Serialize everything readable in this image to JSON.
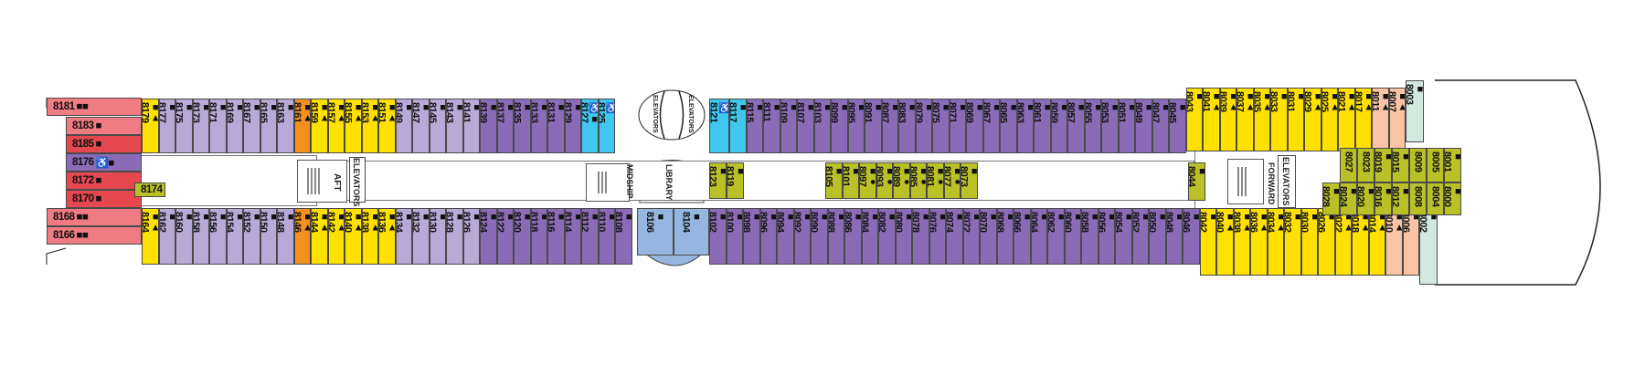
{
  "deck": {
    "colors": {
      "red_light": "#f07b83",
      "red_dark": "#e5484f",
      "purple_light": "#b9a9d6",
      "purple_dark": "#8a6bb8",
      "yellow": "#ffe100",
      "orange": "#f3901f",
      "cyan": "#3fc7f0",
      "olive": "#b9c126",
      "blue_light": "#94b6e0",
      "peach": "#f9c3a5",
      "mint": "#d3e8df"
    },
    "labels": {
      "aft": "AFT",
      "aft_elevators": "ELEVATORS",
      "midship": "MIDSHIP",
      "library": "LIBRARY",
      "mid_elevators_1": "ELEVATORS",
      "mid_elevators_2": "ELEVATORS",
      "forward": "FORWARD",
      "forward_elevators": "ELEVATORS"
    },
    "stern_cabins": [
      {
        "num": "8181",
        "sym": "■■",
        "color": "red_light"
      },
      {
        "num": "8183",
        "sym": "■",
        "color": "red_light"
      },
      {
        "num": "8185",
        "sym": "■",
        "color": "red_dark"
      },
      {
        "num": "8176",
        "sym": "♿■",
        "color": "purple_dark"
      },
      {
        "num": "8172",
        "sym": "■",
        "color": "red_dark"
      },
      {
        "num": "8170",
        "sym": "■",
        "color": "red_dark"
      },
      {
        "num": "8168",
        "sym": "■■",
        "color": "red_light"
      },
      {
        "num": "8166",
        "sym": "■■",
        "color": "red_light"
      }
    ],
    "inner_8174": {
      "num": "8174",
      "sym": "■",
      "color": "olive"
    },
    "top_row": [
      {
        "num": "8179",
        "sym": "■▲",
        "color": "yellow"
      },
      {
        "num": "8177",
        "sym": "■",
        "color": "purple_light"
      },
      {
        "num": "8175",
        "sym": "■",
        "color": "purple_light"
      },
      {
        "num": "8173",
        "sym": "■",
        "color": "purple_light"
      },
      {
        "num": "8171",
        "sym": "■",
        "color": "purple_light"
      },
      {
        "num": "8169",
        "sym": "■",
        "color": "purple_light"
      },
      {
        "num": "8167",
        "sym": "■",
        "color": "purple_light"
      },
      {
        "num": "8165",
        "sym": "■",
        "color": "purple_light"
      },
      {
        "num": "8163",
        "sym": "■",
        "color": "purple_light"
      },
      {
        "num": "8161",
        "sym": "■▲",
        "color": "orange"
      },
      {
        "num": "8159",
        "sym": "■▲",
        "color": "yellow"
      },
      {
        "num": "8157",
        "sym": "■▲",
        "color": "yellow"
      },
      {
        "num": "8155",
        "sym": "■▲",
        "color": "yellow"
      },
      {
        "num": "8153",
        "sym": "■▲",
        "color": "yellow"
      },
      {
        "num": "8151",
        "sym": "■▲",
        "color": "yellow"
      },
      {
        "num": "8149",
        "sym": "■",
        "color": "purple_light"
      },
      {
        "num": "8147",
        "sym": "■",
        "color": "purple_light"
      },
      {
        "num": "8145",
        "sym": "■",
        "color": "purple_light"
      },
      {
        "num": "8143",
        "sym": "■",
        "color": "purple_light"
      },
      {
        "num": "8141",
        "sym": "■",
        "color": "purple_light"
      },
      {
        "num": "8139",
        "sym": "■",
        "color": "purple_dark"
      },
      {
        "num": "8137",
        "sym": "■",
        "color": "purple_dark"
      },
      {
        "num": "8135",
        "sym": "■",
        "color": "purple_dark"
      },
      {
        "num": "8133",
        "sym": "■",
        "color": "purple_dark"
      },
      {
        "num": "8131",
        "sym": "■",
        "color": "purple_dark"
      },
      {
        "num": "8129",
        "sym": "■",
        "color": "purple_dark"
      },
      {
        "num": "8127",
        "sym": "♿■",
        "color": "cyan"
      },
      {
        "num": "8125",
        "sym": "♿",
        "color": "cyan"
      }
    ],
    "top_row_fwd": [
      {
        "num": "8121",
        "sym": "♿",
        "color": "cyan"
      },
      {
        "num": "8117",
        "sym": "■",
        "color": "cyan"
      },
      {
        "num": "8115",
        "sym": "■",
        "color": "purple_dark"
      },
      {
        "num": "8111",
        "sym": "■",
        "color": "purple_dark"
      },
      {
        "num": "8109",
        "sym": "■",
        "color": "purple_dark"
      },
      {
        "num": "8107",
        "sym": "■",
        "color": "purple_dark"
      },
      {
        "num": "8103",
        "sym": "■",
        "color": "purple_dark"
      },
      {
        "num": "8099",
        "sym": "■",
        "color": "purple_dark"
      },
      {
        "num": "8095",
        "sym": "■",
        "color": "purple_dark"
      },
      {
        "num": "8091",
        "sym": "■",
        "color": "purple_dark"
      },
      {
        "num": "8087",
        "sym": "■",
        "color": "purple_dark"
      },
      {
        "num": "8083",
        "sym": "■",
        "color": "purple_dark"
      },
      {
        "num": "8079",
        "sym": "■",
        "color": "purple_dark"
      },
      {
        "num": "8075",
        "sym": "■",
        "color": "purple_dark"
      },
      {
        "num": "8071",
        "sym": "■",
        "color": "purple_dark"
      },
      {
        "num": "8069",
        "sym": "■",
        "color": "purple_dark"
      },
      {
        "num": "8067",
        "sym": "■",
        "color": "purple_dark"
      },
      {
        "num": "8065",
        "sym": "■",
        "color": "purple_dark"
      },
      {
        "num": "8063",
        "sym": "■",
        "color": "purple_dark"
      },
      {
        "num": "8061",
        "sym": "■",
        "color": "purple_dark"
      },
      {
        "num": "8059",
        "sym": "■",
        "color": "purple_dark"
      },
      {
        "num": "8057",
        "sym": "■",
        "color": "purple_dark"
      },
      {
        "num": "8055",
        "sym": "■",
        "color": "purple_dark"
      },
      {
        "num": "8053",
        "sym": "■",
        "color": "purple_dark"
      },
      {
        "num": "8051",
        "sym": "■",
        "color": "purple_dark"
      },
      {
        "num": "8049",
        "sym": "■",
        "color": "purple_dark"
      },
      {
        "num": "8047",
        "sym": "■",
        "color": "purple_dark"
      },
      {
        "num": "8045",
        "sym": "■",
        "color": "purple_dark"
      },
      {
        "num": "8043",
        "sym": "■",
        "color": "yellow"
      },
      {
        "num": "8041",
        "sym": "■▲",
        "color": "yellow"
      },
      {
        "num": "8039",
        "sym": "■▲",
        "color": "yellow"
      },
      {
        "num": "8037",
        "sym": "■▲",
        "color": "yellow"
      },
      {
        "num": "8035",
        "sym": "■▲",
        "color": "yellow"
      },
      {
        "num": "8033",
        "sym": "■",
        "color": "yellow"
      },
      {
        "num": "8031",
        "sym": "■",
        "color": "yellow"
      },
      {
        "num": "8029",
        "sym": "■▲",
        "color": "yellow"
      },
      {
        "num": "8025",
        "sym": "■▲",
        "color": "yellow"
      },
      {
        "num": "8021",
        "sym": "■▲",
        "color": "yellow"
      },
      {
        "num": "8017",
        "sym": "■▲",
        "color": "yellow"
      },
      {
        "num": "8011",
        "sym": "■▲",
        "color": "peach"
      },
      {
        "num": "8007",
        "sym": "■▲",
        "color": "peach"
      },
      {
        "num": "8003",
        "sym": "■",
        "color": "mint"
      }
    ],
    "bottom_row": [
      {
        "num": "8164",
        "sym": "■▲",
        "color": "yellow"
      },
      {
        "num": "8162",
        "sym": "■",
        "color": "purple_light"
      },
      {
        "num": "8160",
        "sym": "■",
        "color": "purple_light"
      },
      {
        "num": "8158",
        "sym": "■",
        "color": "purple_light"
      },
      {
        "num": "8156",
        "sym": "■",
        "color": "purple_light"
      },
      {
        "num": "8154",
        "sym": "■",
        "color": "purple_light"
      },
      {
        "num": "8152",
        "sym": "■",
        "color": "purple_light"
      },
      {
        "num": "8150",
        "sym": "■",
        "color": "purple_light"
      },
      {
        "num": "8148",
        "sym": "■",
        "color": "purple_light"
      },
      {
        "num": "8146",
        "sym": "■▲",
        "color": "orange"
      },
      {
        "num": "8144",
        "sym": "■▲",
        "color": "yellow"
      },
      {
        "num": "8142",
        "sym": "■▲",
        "color": "yellow"
      },
      {
        "num": "8140",
        "sym": "■▲",
        "color": "yellow"
      },
      {
        "num": "8138",
        "sym": "■▲",
        "color": "yellow"
      },
      {
        "num": "8136",
        "sym": "■▲",
        "color": "yellow"
      },
      {
        "num": "8134",
        "sym": "■",
        "color": "purple_light"
      },
      {
        "num": "8132",
        "sym": "■",
        "color": "purple_light"
      },
      {
        "num": "8130",
        "sym": "■",
        "color": "purple_light"
      },
      {
        "num": "8128",
        "sym": "■",
        "color": "purple_light"
      },
      {
        "num": "8126",
        "sym": "■",
        "color": "purple_light"
      },
      {
        "num": "8124",
        "sym": "■",
        "color": "purple_dark"
      },
      {
        "num": "8122",
        "sym": "■",
        "color": "purple_dark"
      },
      {
        "num": "8120",
        "sym": "■",
        "color": "purple_dark"
      },
      {
        "num": "8118",
        "sym": "■",
        "color": "purple_dark"
      },
      {
        "num": "8116",
        "sym": "■",
        "color": "purple_dark"
      },
      {
        "num": "8114",
        "sym": "■",
        "color": "purple_dark"
      },
      {
        "num": "8112",
        "sym": "■",
        "color": "purple_dark"
      },
      {
        "num": "8110",
        "sym": "■",
        "color": "purple_dark"
      },
      {
        "num": "8108",
        "sym": "■",
        "color": "purple_dark"
      }
    ],
    "midship_suites": [
      {
        "num": "8106",
        "sym": "■",
        "color": "blue_light"
      },
      {
        "num": "8104",
        "sym": "■",
        "color": "blue_light"
      }
    ],
    "bottom_row_fwd": [
      {
        "num": "8102",
        "sym": "■",
        "color": "purple_dark"
      },
      {
        "num": "8100",
        "sym": "■",
        "color": "purple_dark"
      },
      {
        "num": "8098",
        "sym": "■",
        "color": "purple_dark"
      },
      {
        "num": "8096",
        "sym": "■",
        "color": "purple_dark"
      },
      {
        "num": "8094",
        "sym": "■",
        "color": "purple_dark"
      },
      {
        "num": "8092",
        "sym": "■",
        "color": "purple_dark"
      },
      {
        "num": "8090",
        "sym": "■",
        "color": "purple_dark"
      },
      {
        "num": "8088",
        "sym": "■",
        "color": "purple_dark"
      },
      {
        "num": "8086",
        "sym": "■",
        "color": "purple_dark"
      },
      {
        "num": "8084",
        "sym": "■",
        "color": "purple_dark"
      },
      {
        "num": "8082",
        "sym": "■",
        "color": "purple_dark"
      },
      {
        "num": "8080",
        "sym": "■",
        "color": "purple_dark"
      },
      {
        "num": "8078",
        "sym": "■",
        "color": "purple_dark"
      },
      {
        "num": "8076",
        "sym": "■",
        "color": "purple_dark"
      },
      {
        "num": "8074",
        "sym": "■",
        "color": "purple_dark"
      },
      {
        "num": "8072",
        "sym": "■",
        "color": "purple_dark"
      },
      {
        "num": "8070",
        "sym": "■",
        "color": "purple_dark"
      },
      {
        "num": "8068",
        "sym": "■",
        "color": "purple_dark"
      },
      {
        "num": "8066",
        "sym": "■",
        "color": "purple_dark"
      },
      {
        "num": "8064",
        "sym": "■",
        "color": "purple_dark"
      },
      {
        "num": "8062",
        "sym": "■",
        "color": "purple_dark"
      },
      {
        "num": "8060",
        "sym": "■",
        "color": "purple_dark"
      },
      {
        "num": "8058",
        "sym": "■",
        "color": "purple_dark"
      },
      {
        "num": "8056",
        "sym": "■",
        "color": "purple_dark"
      },
      {
        "num": "8054",
        "sym": "■",
        "color": "purple_dark"
      },
      {
        "num": "8052",
        "sym": "■",
        "color": "purple_dark"
      },
      {
        "num": "8050",
        "sym": "■",
        "color": "purple_dark"
      },
      {
        "num": "8048",
        "sym": "■",
        "color": "purple_dark"
      },
      {
        "num": "8046",
        "sym": "■",
        "color": "purple_dark"
      },
      {
        "num": "8042",
        "sym": "■",
        "color": "yellow"
      },
      {
        "num": "8040",
        "sym": "■▲",
        "color": "yellow"
      },
      {
        "num": "8038",
        "sym": "■▲",
        "color": "yellow"
      },
      {
        "num": "8036",
        "sym": "■▲",
        "color": "yellow"
      },
      {
        "num": "8034",
        "sym": "■▲",
        "color": "yellow"
      },
      {
        "num": "8032",
        "sym": "■",
        "color": "yellow"
      },
      {
        "num": "8030",
        "sym": "■",
        "color": "yellow"
      },
      {
        "num": "8026",
        "sym": "■",
        "color": "yellow"
      },
      {
        "num": "8022",
        "sym": "■▲",
        "color": "yellow"
      },
      {
        "num": "8018",
        "sym": "■▲",
        "color": "yellow"
      },
      {
        "num": "8014",
        "sym": "■▲",
        "color": "yellow"
      },
      {
        "num": "8010",
        "sym": "■▲",
        "color": "peach"
      },
      {
        "num": "8006",
        "sym": "■",
        "color": "peach"
      },
      {
        "num": "8002",
        "sym": "■",
        "color": "mint"
      }
    ],
    "inner_midship": [
      {
        "num": "8123",
        "sym": "■",
        "color": "olive"
      },
      {
        "num": "8119",
        "sym": "■",
        "color": "olive"
      }
    ],
    "inner_center": [
      {
        "num": "8105",
        "sym": "■",
        "color": "olive"
      },
      {
        "num": "8101",
        "sym": "■",
        "color": "olive"
      },
      {
        "num": "8097",
        "sym": "■●",
        "color": "olive"
      },
      {
        "num": "8093",
        "sym": "■●",
        "color": "olive"
      },
      {
        "num": "8089",
        "sym": "■●",
        "color": "olive"
      },
      {
        "num": "8085",
        "sym": "■●",
        "color": "olive"
      },
      {
        "num": "8081",
        "sym": "■●",
        "color": "olive"
      },
      {
        "num": "8077",
        "sym": "■●",
        "color": "olive"
      },
      {
        "num": "8073",
        "sym": "■",
        "color": "olive"
      }
    ],
    "inner_8044": {
      "num": "8044",
      "sym": "■",
      "color": "olive"
    },
    "inner_fwd_top": [
      {
        "num": "8027",
        "sym": "",
        "color": "olive"
      },
      {
        "num": "8023",
        "sym": "",
        "color": "olive"
      },
      {
        "num": "8019",
        "sym": "■",
        "color": "olive"
      },
      {
        "num": "8015",
        "sym": "■",
        "color": "olive"
      },
      {
        "num": "8009",
        "sym": "",
        "color": "olive"
      },
      {
        "num": "8005",
        "sym": "",
        "color": "olive"
      },
      {
        "num": "8001",
        "sym": "■",
        "color": "olive"
      }
    ],
    "inner_fwd_bottom": [
      {
        "num": "8028",
        "sym": "■",
        "color": "olive"
      },
      {
        "num": "8024",
        "sym": "■",
        "color": "olive"
      },
      {
        "num": "8020",
        "sym": "■",
        "color": "olive"
      },
      {
        "num": "8016",
        "sym": "■",
        "color": "olive"
      },
      {
        "num": "8012",
        "sym": "■",
        "color": "olive"
      },
      {
        "num": "8008",
        "sym": "",
        "color": "olive"
      },
      {
        "num": "8004",
        "sym": "",
        "color": "olive"
      },
      {
        "num": "8000",
        "sym": "■",
        "color": "olive"
      }
    ]
  }
}
